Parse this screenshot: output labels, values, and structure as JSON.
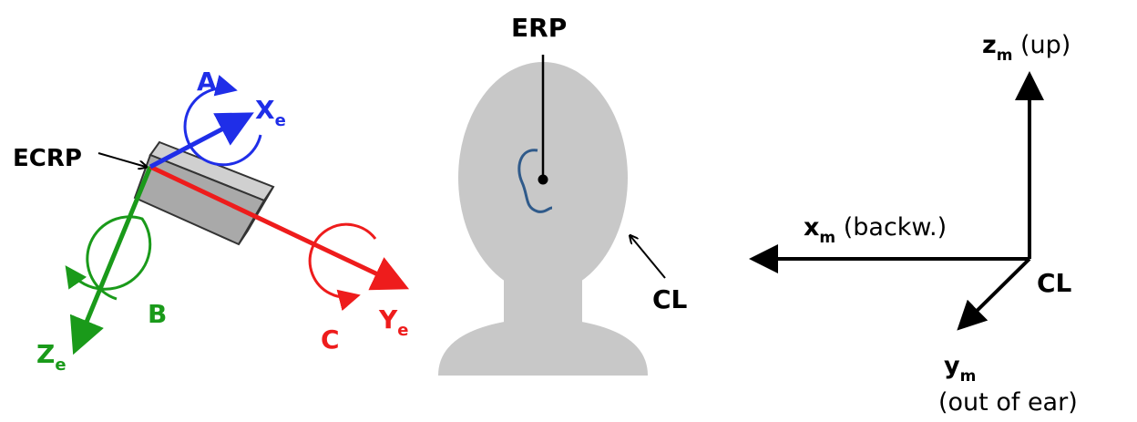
{
  "colors": {
    "x_axis": "#1f2ee8",
    "y_axis": "#ee1c1c",
    "z_axis": "#1a9a1a",
    "black": "#000000",
    "head": "#c8c8c8",
    "box": "#a6a6a6",
    "ear": "#2f5a8a"
  },
  "earphone": {
    "ecrp_label": "ECRP",
    "x_label": "X",
    "x_sub": "e",
    "y_label": "Y",
    "y_sub": "e",
    "z_label": "Z",
    "z_sub": "e",
    "rot_a": "A",
    "rot_b": "B",
    "rot_c": "C"
  },
  "head": {
    "erp_label": "ERP",
    "cl_label": "CL"
  },
  "axes": {
    "z_label": "z",
    "z_sub": "m",
    "z_desc": " (up)",
    "x_label": "x",
    "x_sub": "m",
    "x_desc": " (backw.)",
    "y_label": "y",
    "y_sub": "m",
    "y_desc": "(out of ear)",
    "origin_label": "CL"
  }
}
